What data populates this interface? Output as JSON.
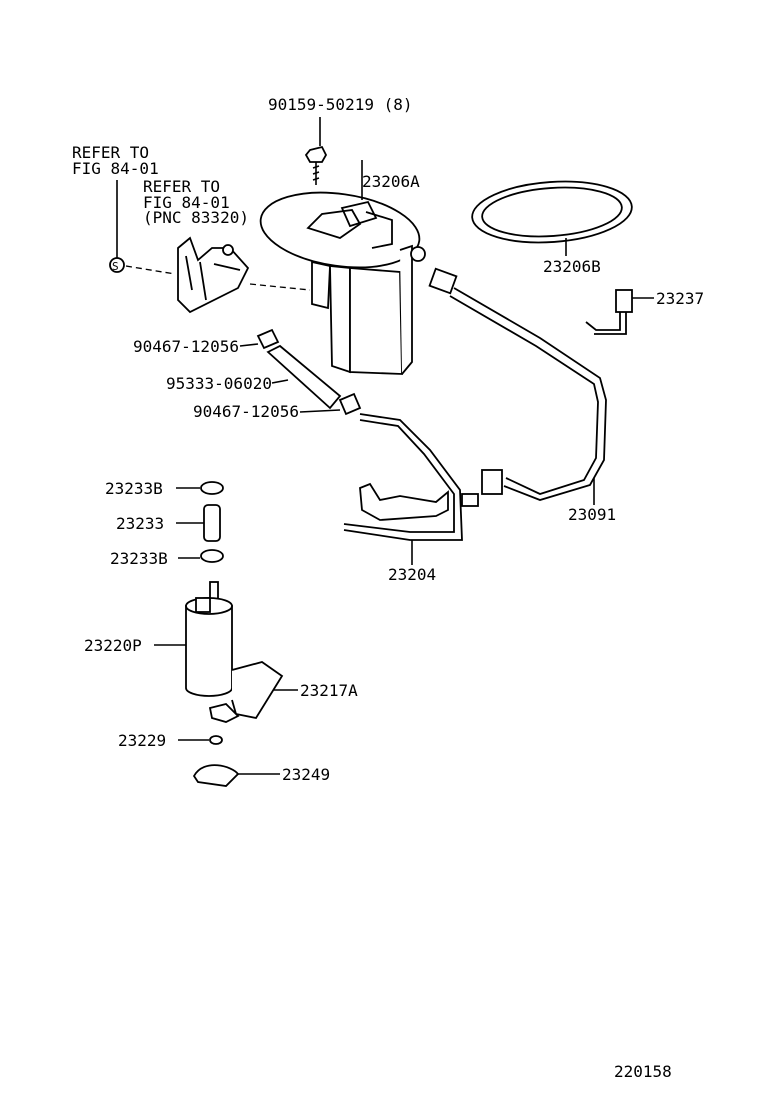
{
  "callouts": {
    "bolt": "90159-50219 (8)",
    "refer1_line1": "REFER TO",
    "refer1_line2": "FIG 84-01",
    "refer2_line1": "REFER TO",
    "refer2_line2": "FIG 84-01",
    "refer2_line3": "(PNC 83320)",
    "bracket_plate": "23206A",
    "gasket": "23206B",
    "connector": "23237",
    "clamp_upper": "90467-12056",
    "hose": "95333-06020",
    "clamp_lower": "90467-12056",
    "fuel_pipe": "23091",
    "return_pipe": "23204",
    "hose_clamp_top": "23233B",
    "hose_short": "23233",
    "hose_clamp_bottom": "23233B",
    "fuel_pump": "23220P",
    "filter": "23217A",
    "washer": "23229",
    "retainer": "23249",
    "s_mark": "S"
  },
  "footer": {
    "figure_number": "220158"
  }
}
